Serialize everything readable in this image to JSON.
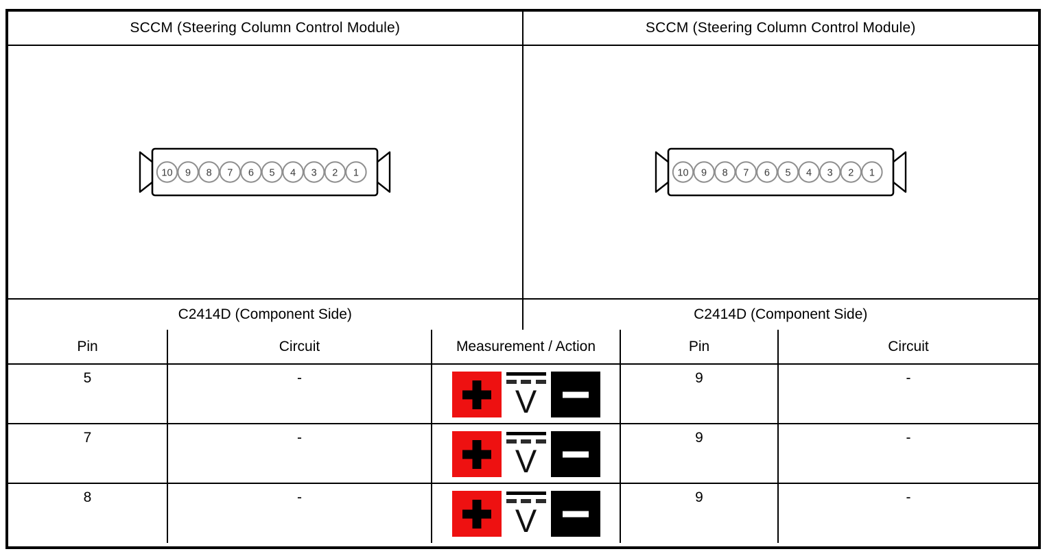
{
  "panels": [
    {
      "title": "SCCM (Steering Column Control Module)",
      "connector_label": "C2414D (Component Side)",
      "connector_pins": [
        "10",
        "9",
        "8",
        "7",
        "6",
        "5",
        "4",
        "3",
        "2",
        "1"
      ]
    },
    {
      "title": "SCCM (Steering Column Control Module)",
      "connector_label": "C2414D (Component Side)",
      "connector_pins": [
        "10",
        "9",
        "8",
        "7",
        "6",
        "5",
        "4",
        "3",
        "2",
        "1"
      ]
    }
  ],
  "table": {
    "headers": {
      "pin_left": "Pin",
      "circuit_left": "Circuit",
      "measurement": "Measurement / Action",
      "pin_right": "Pin",
      "circuit_right": "Circuit"
    },
    "rows": [
      {
        "pin_left": "5",
        "circuit_left": "-",
        "pin_right": "9",
        "circuit_right": "-"
      },
      {
        "pin_left": "7",
        "circuit_left": "-",
        "pin_right": "9",
        "circuit_right": "-"
      },
      {
        "pin_left": "8",
        "circuit_left": "-",
        "pin_right": "9",
        "circuit_right": "-"
      }
    ],
    "measurement_icons": {
      "positive_symbol": "+",
      "voltage_symbol": "V",
      "negative_symbol": "−"
    }
  },
  "colors": {
    "positive_bg": "#ee1111",
    "negative_bg": "#000000",
    "line": "#000000",
    "pin_circle_stroke": "#8f8f8f"
  }
}
